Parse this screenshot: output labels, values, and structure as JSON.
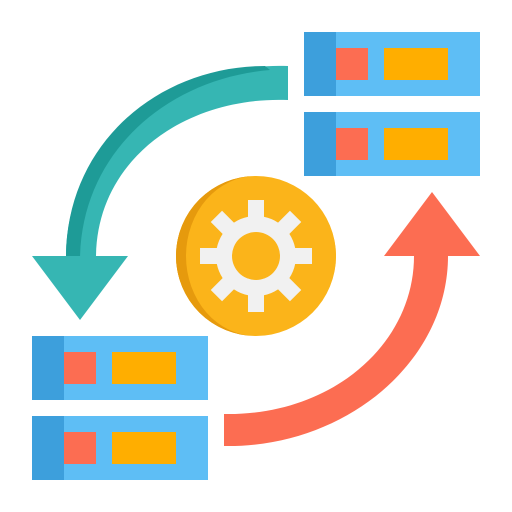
{
  "icon": {
    "name": "data-sync-icon",
    "colors": {
      "server_body": "#5ebef5",
      "server_edge": "#3d9fdc",
      "server_led": "#fc6d52",
      "server_slot": "#ffae00",
      "arrow_teal": "#36b6b3",
      "arrow_teal_dark": "#1e9b97",
      "arrow_coral": "#fc6d52",
      "gear_disc": "#fbb41a",
      "gear_disc_dark": "#e69a0d",
      "gear": "#f1f1f1"
    },
    "parts": [
      "server-stack-top-right",
      "server-stack-bottom-left",
      "teal-return-arrow",
      "coral-forward-arrow",
      "settings-gear"
    ]
  }
}
